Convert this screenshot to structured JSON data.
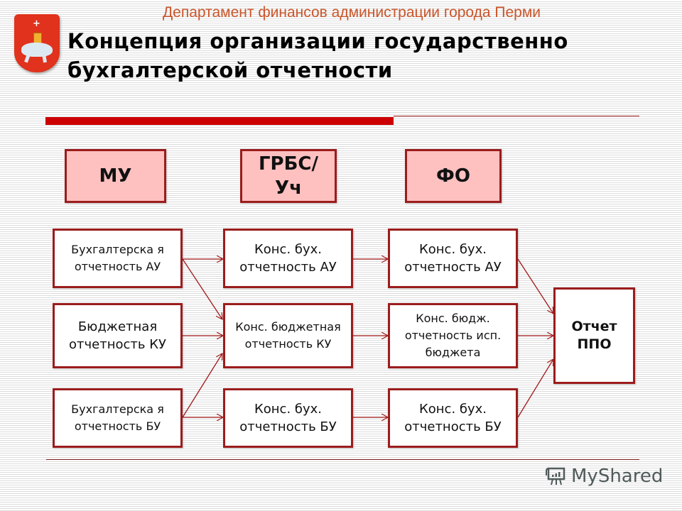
{
  "header": {
    "department": "Департамент финансов администрации города Перми",
    "title_line1": "Концепция организации государственно",
    "title_line2": "бухгалтерской отчетности",
    "crest_icon": "perm-coat-of-arms-icon"
  },
  "columns": [
    {
      "label": "МУ"
    },
    {
      "label": "ГРБС/ Уч"
    },
    {
      "label": "ФО"
    }
  ],
  "nodes": {
    "mu": [
      {
        "id": "mu-au",
        "text": "Бухгалтерска я отчетность АУ"
      },
      {
        "id": "mu-ku",
        "text": "Бюджетная отчетность КУ"
      },
      {
        "id": "mu-bu",
        "text": "Бухгалтерска я отчетность БУ"
      }
    ],
    "grbs": [
      {
        "id": "grbs-au",
        "text": "Конс. бух. отчетность АУ"
      },
      {
        "id": "grbs-ku",
        "text": "Конс. бюджетная отчетность КУ"
      },
      {
        "id": "grbs-bu",
        "text": "Конс. бух. отчетность БУ"
      }
    ],
    "fo": [
      {
        "id": "fo-au",
        "text": "Конс. бух. отчетность АУ"
      },
      {
        "id": "fo-ku",
        "text": "Конс. бюдж. отчетность исп. бюджета"
      },
      {
        "id": "fo-bu",
        "text": "Конс. бух. отчетность БУ"
      }
    ],
    "final": {
      "id": "ppo",
      "text": "Отчет ППО"
    }
  },
  "edges": [
    [
      "mu-au",
      "grbs-au"
    ],
    [
      "mu-au",
      "grbs-ku"
    ],
    [
      "mu-ku",
      "grbs-ku"
    ],
    [
      "mu-bu",
      "grbs-ku"
    ],
    [
      "mu-bu",
      "grbs-bu"
    ],
    [
      "grbs-au",
      "fo-au"
    ],
    [
      "grbs-ku",
      "fo-ku"
    ],
    [
      "grbs-bu",
      "fo-bu"
    ],
    [
      "fo-au",
      "ppo"
    ],
    [
      "fo-ku",
      "ppo"
    ],
    [
      "fo-bu",
      "ppo"
    ]
  ],
  "colors": {
    "accent_red": "#cc0000",
    "box_border": "#9b1c1c",
    "header_fill": "#ffc0c0",
    "dept_text": "#c9552a"
  },
  "watermark": {
    "text": "MyShared",
    "icon": "presentation-board-icon"
  }
}
